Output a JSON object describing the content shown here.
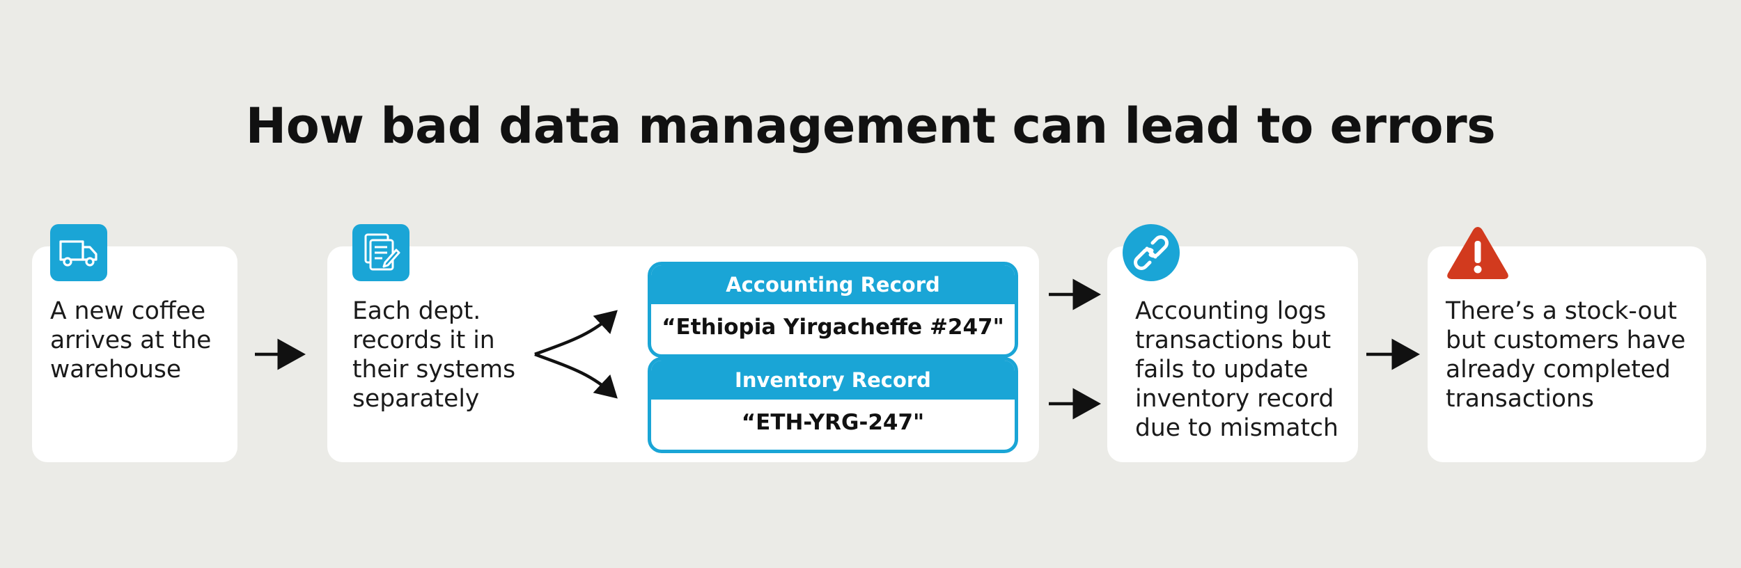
{
  "title": "How bad data management can lead to errors",
  "colors": {
    "accent": "#1aa5d6",
    "warning": "#d23a1e",
    "background": "#ebebe7",
    "card": "#ffffff"
  },
  "steps": [
    {
      "icon": "delivery-truck-icon",
      "text": "A new coffee arrives at the warehouse"
    },
    {
      "icon": "documents-edit-icon",
      "text": "Each dept. records it in their systems separately"
    },
    {
      "icon": "broken-link-icon",
      "text": "Accounting logs transactions but fails to update inventory record due to mismatch"
    },
    {
      "icon": "warning-triangle-icon",
      "text": "There’s a stock-out but customers have already completed transactions"
    }
  ],
  "records": [
    {
      "header": "Accounting Record",
      "value": "“Ethiopia Yirgacheffe #247\""
    },
    {
      "header": "Inventory Record",
      "value": "“ETH-YRG-247\""
    }
  ]
}
